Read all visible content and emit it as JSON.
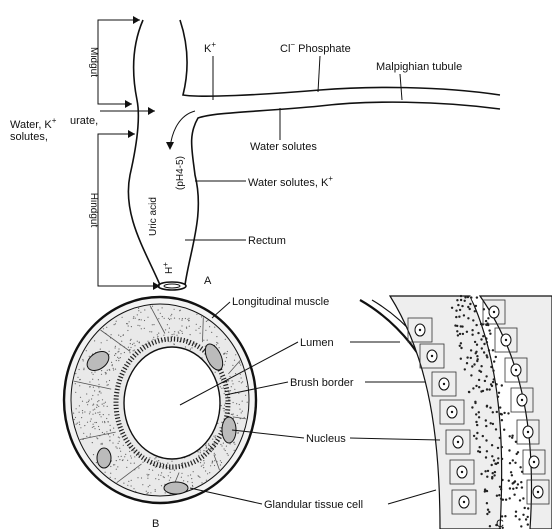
{
  "part_a": {
    "panel_letter": "A",
    "bracket_labels": {
      "midgut": "Midgut",
      "hindgut": "Hindgut"
    },
    "left_labels": {
      "water_k": "Water, K",
      "k_sup": "+",
      "urate": "urate,",
      "solutes": "solutes,"
    },
    "tubule_labels": {
      "k": "K",
      "k_sup": "+",
      "cl_phosphate": "Cl",
      "cl_sup": "−",
      "phosphate": " Phosphate",
      "malpighian": "Malpighian tubule",
      "water_solutes": "Water solutes",
      "water_solutes_k": "Water solutes, K",
      "water_solutes_k_sup": "+",
      "rectum": "Rectum"
    },
    "vertical_labels": {
      "uric_acid": "Uric acid",
      "ph": "(pH4-5)",
      "h": "H",
      "h_sup": "+"
    }
  },
  "part_b": {
    "panel_letter": "B",
    "labels": {
      "longitudinal_muscle": "Longitudinal muscle",
      "lumen": "Lumen",
      "brush_border": "Brush border",
      "nucleus": "Nucleus",
      "glandular_tissue_cell": "Glandular tissue cell"
    }
  },
  "part_c": {
    "panel_letter": "C"
  }
}
